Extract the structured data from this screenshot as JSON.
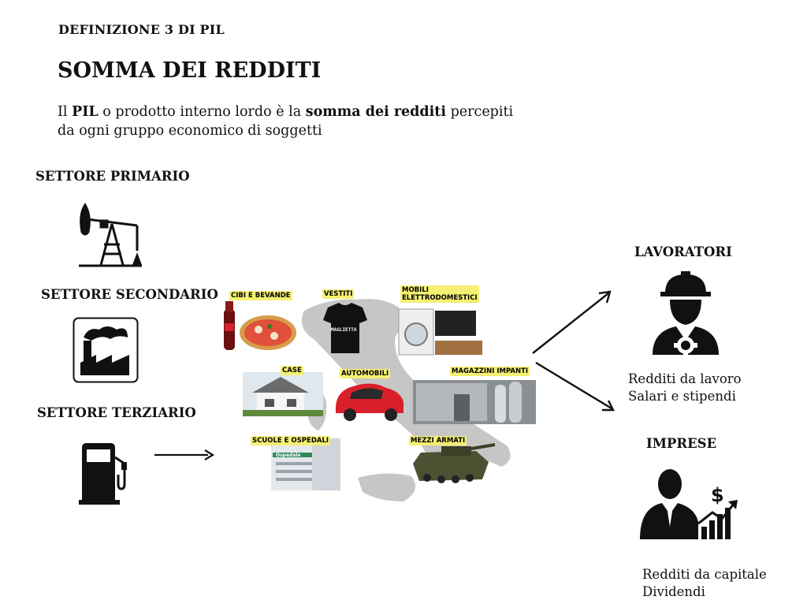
{
  "header": {
    "eyebrow": "DEFINIZIONE 3 DI PIL",
    "title": "SOMMA DEI REDDITI",
    "intro": {
      "t1": "Il ",
      "b1": "PIL",
      "t2": " o prodotto interno lordo è la ",
      "b2": "somma dei redditi",
      "t3": " percepiti da ogni gruppo economico di soggetti"
    }
  },
  "sectors": [
    {
      "label": "SETTORE PRIMARIO",
      "icon": "oil-pump-icon"
    },
    {
      "label": "SETTORE SECONDARIO",
      "icon": "factory-icon"
    },
    {
      "label": "SETTORE TERZIARIO",
      "icon": "fuel-pump-icon"
    }
  ],
  "products": [
    "CIBI E BEVANDE",
    "VESTITI",
    "MOBILI ELETTRODOMESTICI",
    "CASE",
    "AUTOMOBILI",
    "MAGAZZINI IMPANTI",
    "SCUOLE E OSPEDALI",
    "MEZZI ARMATI"
  ],
  "printed": {
    "tshirt": "MAGLIETTA",
    "hospital_sign": "Ospedale"
  },
  "recipients": {
    "workers": {
      "label": "LAVORATORI",
      "lines": [
        "Redditi da lavoro",
        "Salari e stipendi"
      ],
      "icon": "worker-helmet-icon"
    },
    "firms": {
      "label": "IMPRESE",
      "lines": [
        "Redditi da capitale",
        "Dividendi"
      ],
      "icon": "businessman-chart-icon"
    }
  },
  "colors": {
    "map": "#c6c6c6",
    "tag": "#f5ef73",
    "car": "#d8202a",
    "icon": "#111111"
  }
}
